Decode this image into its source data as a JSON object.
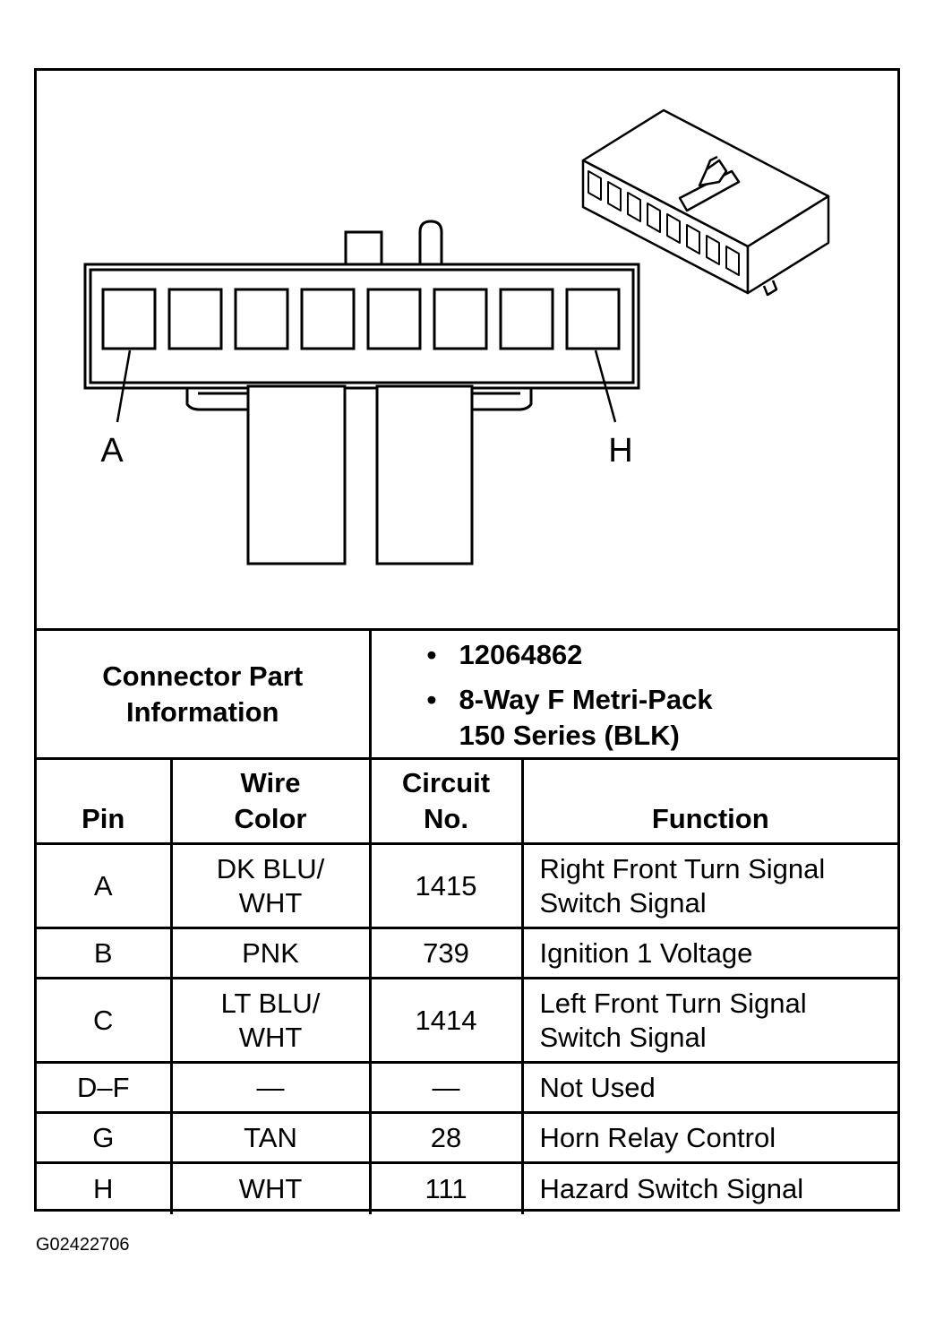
{
  "diagram": {
    "pin_labels": [
      "A",
      "H"
    ]
  },
  "connector": {
    "label": "Connector Part Information",
    "values": [
      "12064862",
      "8-Way F Metri-Pack 150 Series (BLK)"
    ]
  },
  "table": {
    "headers": {
      "pin": "Pin",
      "wire_color": "Wire Color",
      "circuit": "Circuit No.",
      "function": "Function"
    },
    "rows": [
      {
        "pin": "A",
        "wire_color": "DK BLU/ WHT",
        "circuit": "1415",
        "function": "Right Front Turn Signal Switch Signal"
      },
      {
        "pin": "B",
        "wire_color": "PNK",
        "circuit": "739",
        "function": "Ignition 1 Voltage"
      },
      {
        "pin": "C",
        "wire_color": "LT BLU/ WHT",
        "circuit": "1414",
        "function": "Left Front Turn Signal Switch Signal"
      },
      {
        "pin": "D–F",
        "wire_color": "—",
        "circuit": "—",
        "function": "Not Used"
      },
      {
        "pin": "G",
        "wire_color": "TAN",
        "circuit": "28",
        "function": "Horn Relay Control"
      },
      {
        "pin": "H",
        "wire_color": "WHT",
        "circuit": "111",
        "function": "Hazard Switch Signal"
      }
    ]
  },
  "figure_id": "G02422706"
}
